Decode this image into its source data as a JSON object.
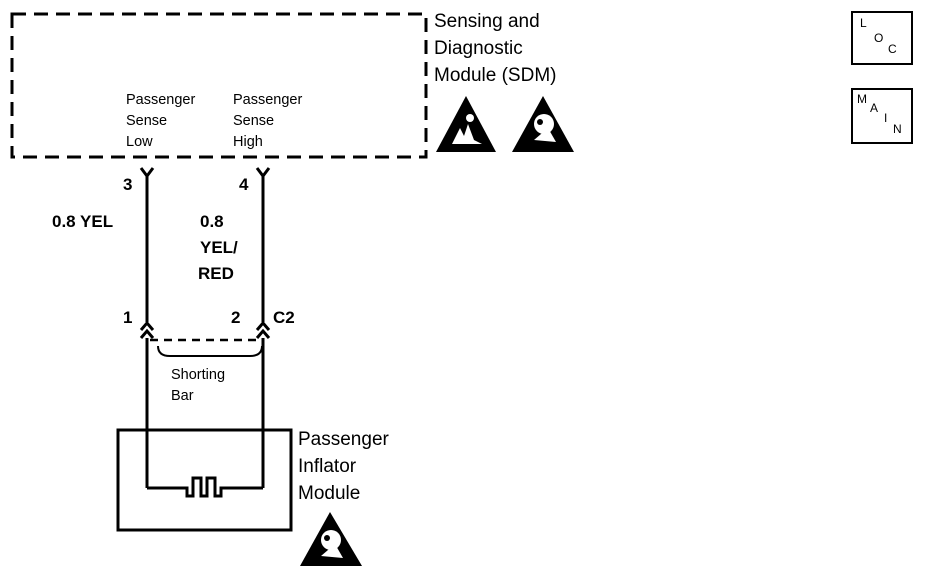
{
  "sdm": {
    "title_line1": "Sensing and",
    "title_line2": "Diagnostic",
    "title_line3": "Module (SDM)",
    "terminal_low": {
      "line1": "Passenger",
      "line2": "Sense",
      "line3": "Low"
    },
    "terminal_high": {
      "line1": "Passenger",
      "line2": "Sense",
      "line3": "High"
    },
    "icons": [
      "esd-warning-icon",
      "airbag-warning-icon"
    ]
  },
  "wires": {
    "low": {
      "pin_top": "3",
      "pin_bottom": "1",
      "color": "0.8 YEL"
    },
    "high": {
      "pin_top": "4",
      "pin_bottom": "2",
      "color_line1": "0.8",
      "color_line2": "YEL/",
      "color_line3": "RED"
    },
    "connector": "C2"
  },
  "shorting_bar": {
    "line1": "Shorting",
    "line2": "Bar"
  },
  "inflator": {
    "title_line1": "Passenger",
    "title_line2": "Inflator",
    "title_line3": "Module",
    "icon": "airbag-warning-icon"
  },
  "nav": {
    "loc": {
      "l1": "L",
      "l2": "O",
      "l3": "C"
    },
    "main": {
      "l1": "M",
      "l2": "A",
      "l3": "I",
      "l4": "N"
    }
  }
}
